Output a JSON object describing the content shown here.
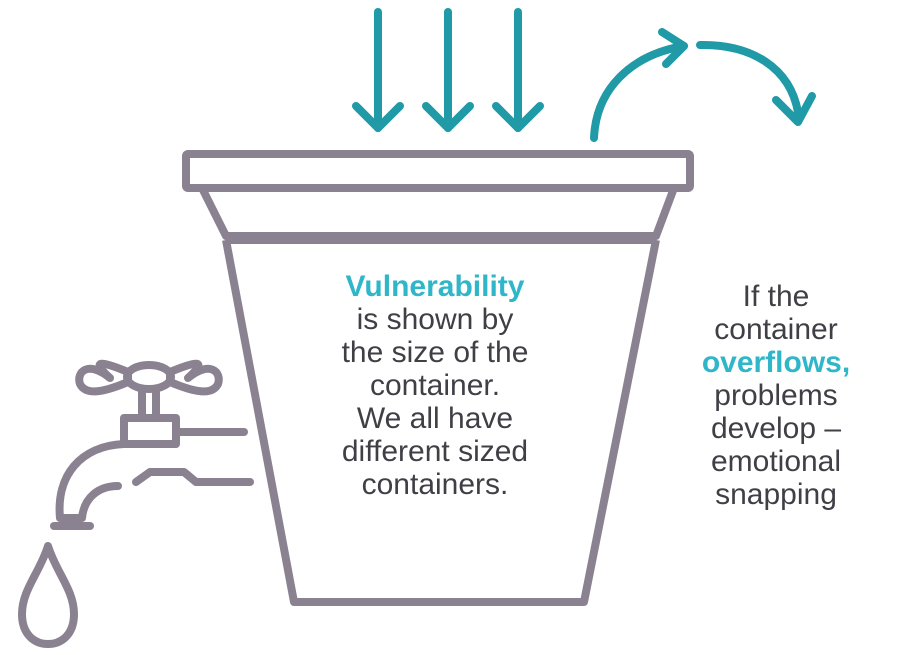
{
  "colors": {
    "accent": "#2fb6c9",
    "arrow": "#1f9aa6",
    "outline": "#8a8290",
    "text": "#3f3f46"
  },
  "icons": {
    "inflow_arrows": "arrow-down-icon",
    "overflow_arrow": "curved-arrow-icon",
    "container": "bucket-icon",
    "tap": "tap-icon",
    "drop": "water-drop-icon"
  },
  "inner": {
    "line1": "Vulnerability",
    "line2": "is shown by",
    "line3": "the size of the",
    "line4": "container.",
    "line5": "We all have",
    "line6": "different sized",
    "line7": "containers."
  },
  "side": {
    "line1": "If the",
    "line2": "container",
    "line3": "overflows,",
    "line4": "problems",
    "line5": "develop –",
    "line6": "emotional",
    "line7": "snapping"
  }
}
